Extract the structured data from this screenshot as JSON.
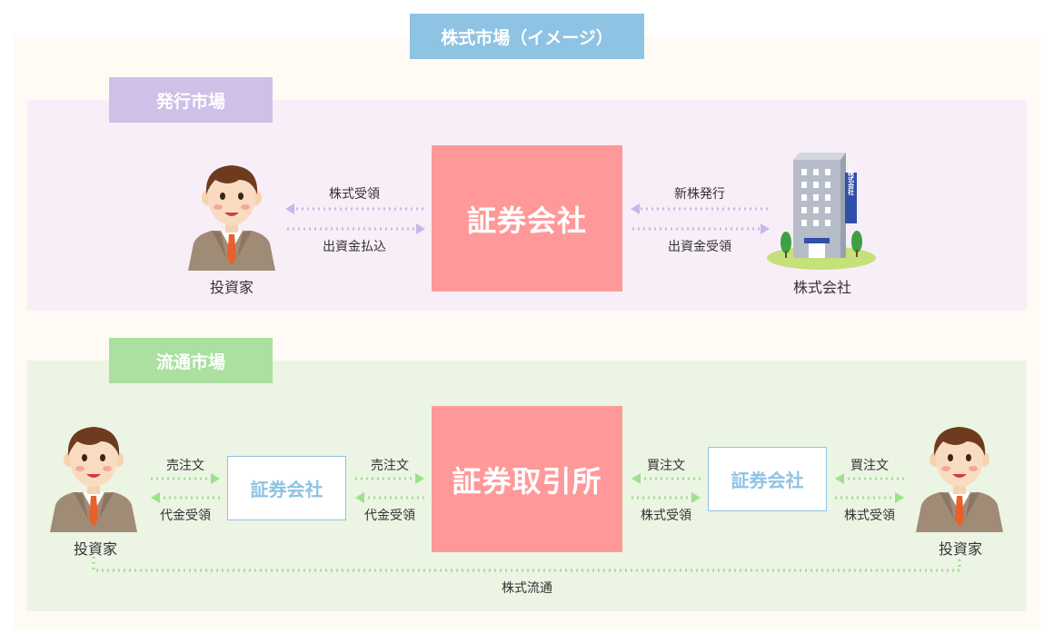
{
  "title": "株式市場（イメージ）",
  "primary_market": {
    "label": "発行市場",
    "center": "証券会社",
    "left_actor": "投資家",
    "right_actor": "株式会社",
    "building_sign": "○○株式会社",
    "left_arrow_top": "株式受領",
    "left_arrow_bottom": "出資金払込",
    "right_arrow_top": "新株発行",
    "right_arrow_bottom": "出資金受領"
  },
  "secondary_market": {
    "label": "流通市場",
    "center": "証券取引所",
    "left_broker": "証券会社",
    "right_broker": "証券会社",
    "left_actor": "投資家",
    "right_actor": "投資家",
    "l1_top": "売注文",
    "l1_bottom": "代金受領",
    "l2_top": "売注文",
    "l2_bottom": "代金受領",
    "r1_top": "買注文",
    "r1_bottom": "株式受領",
    "r2_top": "買注文",
    "r2_bottom": "株式受領",
    "bottom_flow": "株式流通"
  },
  "colors": {
    "title_bg": "#8ec3e3",
    "primary_tag": "#cfc0e8",
    "primary_panel": "#f8eef8",
    "secondary_tag": "#abe0a0",
    "secondary_panel": "#ecf4e4",
    "center_box": "#ff9999",
    "primary_arrow": "#c9b6ea",
    "secondary_arrow": "#9ee08e"
  }
}
